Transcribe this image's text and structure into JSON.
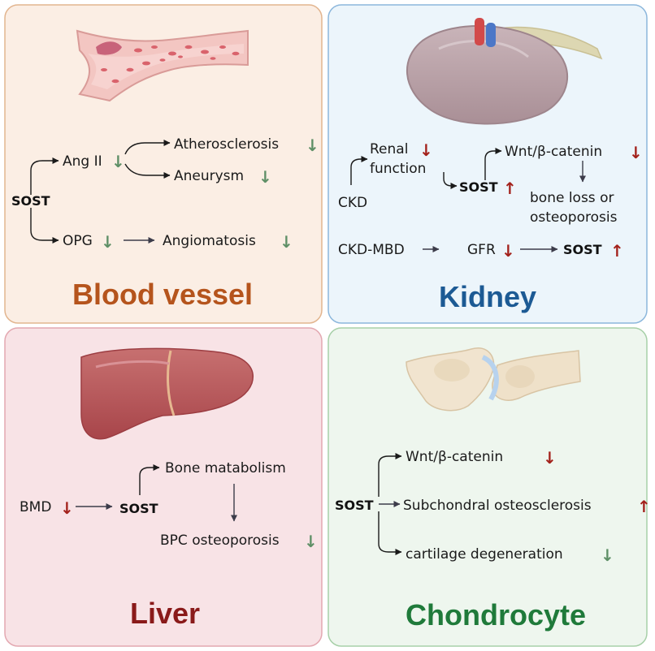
{
  "colors": {
    "down_arrow": "#5e8f66",
    "up_arrow": "#a3211b",
    "blood_title": "#b5541c",
    "kidney_title": "#1c5a94",
    "liver_title": "#8a1a1a",
    "chondro_title": "#1f7a3a"
  },
  "blood": {
    "title": "Blood vessel",
    "sost": "SOST",
    "ang": "Ang II",
    "ang_arrow": "↓",
    "athero": "Atherosclerosis",
    "athero_arrow": "↓",
    "aneurysm": "Aneurysm",
    "aneurysm_arrow": "↓",
    "opg": "OPG",
    "opg_arrow": "↓",
    "angiomatosis": "Angiomatosis",
    "angiomatosis_arrow": "↓"
  },
  "kidney": {
    "title": "Kidney",
    "ckd": "CKD",
    "renal": "Renal",
    "renal_arrow": "↓",
    "function": "function",
    "sost": "SOST",
    "sost_arrow": "↑",
    "wnt": "Wnt/β-catenin",
    "wnt_arrow": "↓",
    "bone_loss": "bone loss or",
    "osteoporosis": "osteoporosis",
    "ckd_mbd": "CKD-MBD",
    "gfr": "GFR",
    "gfr_arrow": "↓",
    "sost2": "SOST",
    "sost2_arrow": "↑"
  },
  "liver": {
    "title": "Liver",
    "bmd": "BMD",
    "bmd_arrow": "↓",
    "sost": "SOST",
    "bone": "Bone matabolism",
    "bpc": "BPC osteoporosis",
    "bpc_arrow": "↓"
  },
  "chondro": {
    "title": "Chondrocyte",
    "sost": "SOST",
    "wnt": "Wnt/β-catenin",
    "wnt_arrow": "↓",
    "subch": "Subchondral osteosclerosis",
    "subch_arrow": "↑",
    "cart": "cartilage degeneration",
    "cart_arrow": "↓"
  }
}
